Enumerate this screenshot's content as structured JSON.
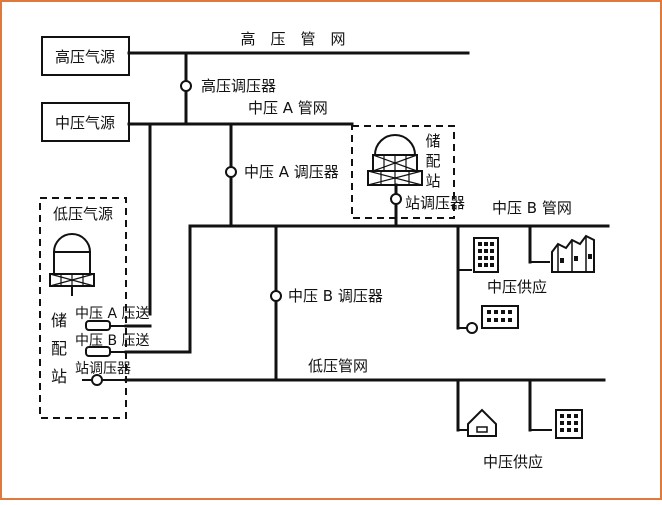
{
  "labels": {
    "hp_source": "高压气源",
    "mp_source": "中压气源",
    "lp_source": "低压气源",
    "hp_network": "高　压　管　网",
    "hp_regulator": "高压调压器",
    "mpa_network": "中压 A 管网",
    "mpa_regulator": "中压 A 调压器",
    "storage_top_1": "储",
    "storage_top_2": "配",
    "storage_top_3": "站",
    "station_regulator_top": "站调压器",
    "mpb_network": "中压 B 管网",
    "mpb_regulator": "中压 B 调压器",
    "mp_supply_upper": "中压供应",
    "mpa_send": "中压 A 压送",
    "mpb_send": "中压 B 压送",
    "station_regulator_left": "站调压器",
    "storage_left_1": "储",
    "storage_left_2": "配",
    "storage_left_3": "站",
    "lp_network": "低压管网",
    "mp_supply_lower": "中压供应"
  },
  "colors": {
    "frame": "#e07a3c",
    "line": "#111111"
  }
}
